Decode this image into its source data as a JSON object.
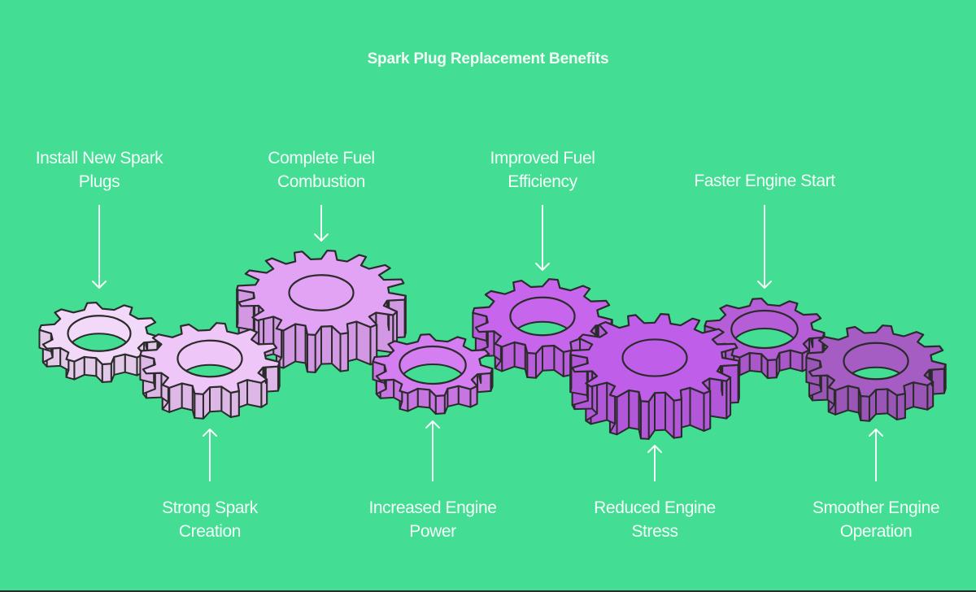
{
  "title": "Spark Plug Replacement Benefits",
  "steps": [
    {
      "label": "Install New Spark Plugs",
      "lines": [
        "Install New Spark",
        "Plugs"
      ],
      "position": "top",
      "color": "#f3d9f9"
    },
    {
      "label": "Strong Spark Creation",
      "lines": [
        "Strong Spark",
        "Creation"
      ],
      "position": "bottom",
      "color": "#eec6f8"
    },
    {
      "label": "Complete Fuel Combustion",
      "lines": [
        "Complete Fuel",
        "Combustion"
      ],
      "position": "top",
      "color": "#e2a3f5"
    },
    {
      "label": "Increased Engine Power",
      "lines": [
        "Increased Engine",
        "Power"
      ],
      "position": "bottom",
      "color": "#d57ef2"
    },
    {
      "label": "Improved Fuel Efficiency",
      "lines": [
        "Improved Fuel",
        "Efficiency"
      ],
      "position": "top",
      "color": "#c765ec"
    },
    {
      "label": "Reduced Engine Stress",
      "lines": [
        "Reduced Engine",
        "Stress"
      ],
      "position": "bottom",
      "color": "#bf5ee9"
    },
    {
      "label": "Faster Engine Start",
      "lines": [
        "Faster Engine Start"
      ],
      "position": "top",
      "color": "#b65ed8"
    },
    {
      "label": "Smoother Engine Operation",
      "lines": [
        "Smoother Engine",
        "Operation"
      ],
      "position": "bottom",
      "color": "#a55dc4"
    }
  ],
  "colors": {
    "background": "#43dd93",
    "text": "#f4fff9",
    "outline": "#2b2b2b"
  }
}
